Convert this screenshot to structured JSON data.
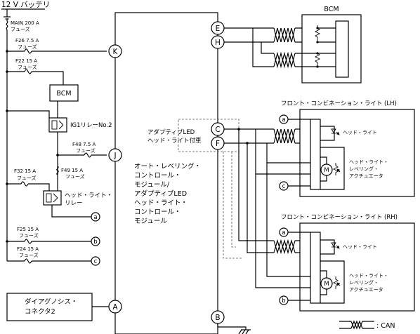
{
  "battery_label": "12 V バッテリ",
  "fuses": {
    "main": [
      "MAIN 200 A",
      "フューズ"
    ],
    "f26": [
      "F26 7.5 A",
      "フューズ"
    ],
    "f22": [
      "F22 15 A",
      "フューズ"
    ],
    "f48": [
      "F48 7.5 A",
      "フューズ"
    ],
    "f49": [
      "F49 15 A",
      "フューズ"
    ],
    "f32": [
      "F32 15 A",
      "フューズ"
    ],
    "f25": [
      "F25 15 A",
      "フューズ"
    ],
    "f24": [
      "F24 15 A",
      "フューズ"
    ]
  },
  "bcm_small": "BCM",
  "bcm_large": "BCM",
  "ig1_relay": "IG1リレーNo.2",
  "headlight_relay": [
    "ヘッド・ライト・",
    "リレー"
  ],
  "diag_connector": [
    "ダイアグノシス・",
    "コネクタ2"
  ],
  "main_module": [
    "オート・レベリング・",
    "コントロール・",
    "モジュール/",
    "アダプティブLED",
    "ヘッド・ライト・",
    "コントロール・",
    "モジュール"
  ],
  "adaptive_led_label": [
    "アダプティブLED",
    "ヘッド・ライト付車"
  ],
  "terminals": {
    "K": "K",
    "J": "J",
    "A": "A",
    "E": "E",
    "H": "H",
    "C": "C",
    "F": "F",
    "B": "B"
  },
  "points": {
    "a": "a",
    "b": "b",
    "c": "c"
  },
  "front_lh": {
    "title": "フロント・コンビネーション・ライト (LH)",
    "headlight": "ヘッド・ライト",
    "actuator": [
      "ヘッド・ライト・",
      "レベリング・",
      "アクチュエータ"
    ]
  },
  "front_rh": {
    "title": "フロント・コンビネーション・ライト (RH)",
    "headlight": "ヘッド・ライト",
    "actuator": [
      "ヘッド・ライト・",
      "レベリング・",
      "アクチュエータ"
    ]
  },
  "legend_can": ": CAN"
}
